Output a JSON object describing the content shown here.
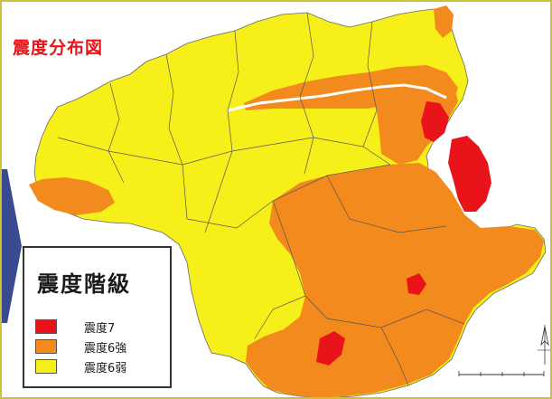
{
  "map_title": "震度分布図",
  "legend": {
    "title": "震度階級",
    "items": [
      {
        "label": "震度7",
        "color": "#e8141a"
      },
      {
        "label": "震度6強",
        "color": "#f28a1e"
      },
      {
        "label": "震度6弱",
        "color": "#f7ef19"
      }
    ]
  },
  "colors": {
    "frame": "#c9c23a",
    "boundary": "#555555",
    "river": "#ffffff",
    "arrow_tab": "#3a4a90"
  },
  "icons": [
    "north-arrow-icon",
    "scale-bar",
    "left-arrow-tab"
  ]
}
